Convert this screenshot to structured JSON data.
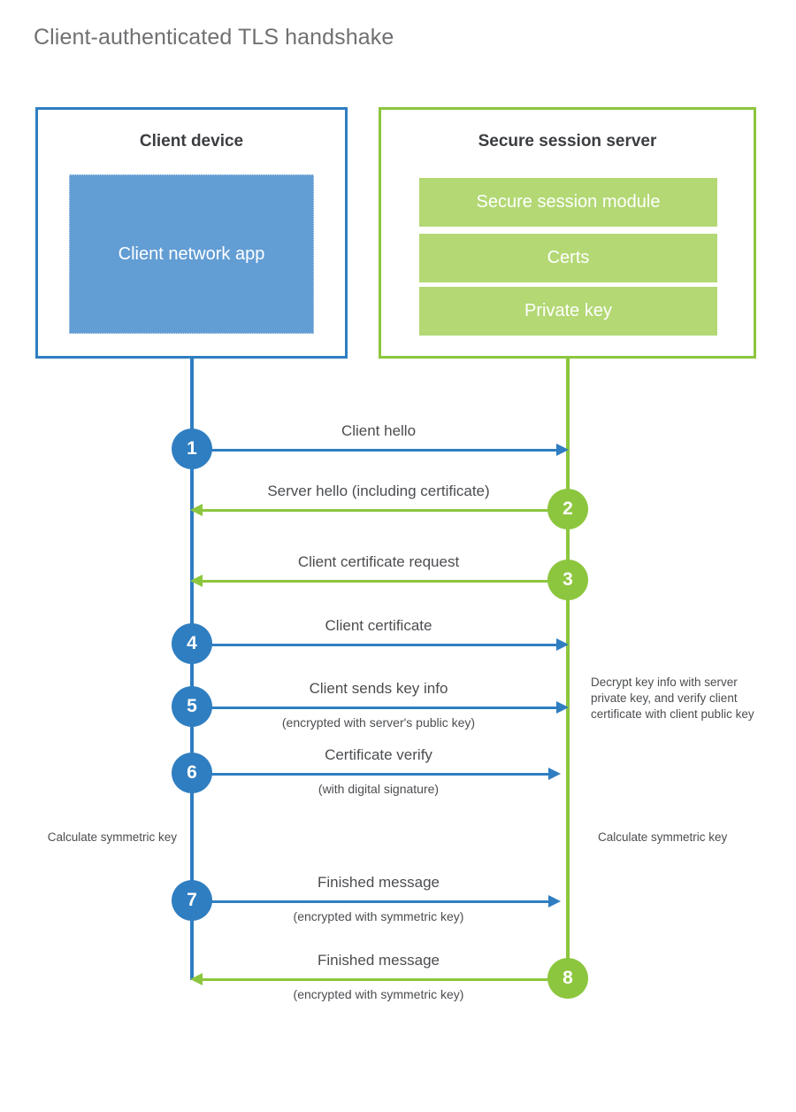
{
  "title": "Client-authenticated TLS handshake",
  "colors": {
    "client_blue": "#2f7ec1",
    "client_app_fill": "#629dd4",
    "server_green": "#8cc63e",
    "server_bar_fill": "#b3d874",
    "text_gray": "#4b4d50",
    "title_gray": "#6f7072"
  },
  "client": {
    "title": "Client device",
    "app_label": "Client network app"
  },
  "server": {
    "title": "Secure session server",
    "modules": [
      {
        "label": "Secure session module"
      },
      {
        "label": "Certs"
      },
      {
        "label": "Private key"
      }
    ]
  },
  "messages": [
    {
      "step": "1",
      "label": "Client hello",
      "sub": "",
      "direction": "client-to-server",
      "color": "blue"
    },
    {
      "step": "2",
      "label": "Server hello (including certificate)",
      "sub": "",
      "direction": "server-to-client",
      "color": "green"
    },
    {
      "step": "3",
      "label": "Client certificate request",
      "sub": "",
      "direction": "server-to-client",
      "color": "green"
    },
    {
      "step": "4",
      "label": "Client certificate",
      "sub": "",
      "direction": "client-to-server",
      "color": "blue"
    },
    {
      "step": "5",
      "label": "Client sends key info",
      "sub": "(encrypted with server's public key)",
      "direction": "client-to-server",
      "color": "blue"
    },
    {
      "step": "6",
      "label": "Certificate verify",
      "sub": "(with digital signature)",
      "direction": "client-to-server",
      "color": "blue"
    },
    {
      "step": "7",
      "label": "Finished message",
      "sub": "(encrypted with symmetric key)",
      "direction": "client-to-server",
      "color": "blue"
    },
    {
      "step": "8",
      "label": "Finished message",
      "sub": "(encrypted with symmetric key)",
      "direction": "server-to-client",
      "color": "green"
    }
  ],
  "notes": {
    "server_decrypt": "Decrypt key info with server private key, and verify client certificate with client public key",
    "client_symmetric_key": "Calculate symmetric key",
    "server_symmetric_key": "Calculate symmetric key"
  }
}
